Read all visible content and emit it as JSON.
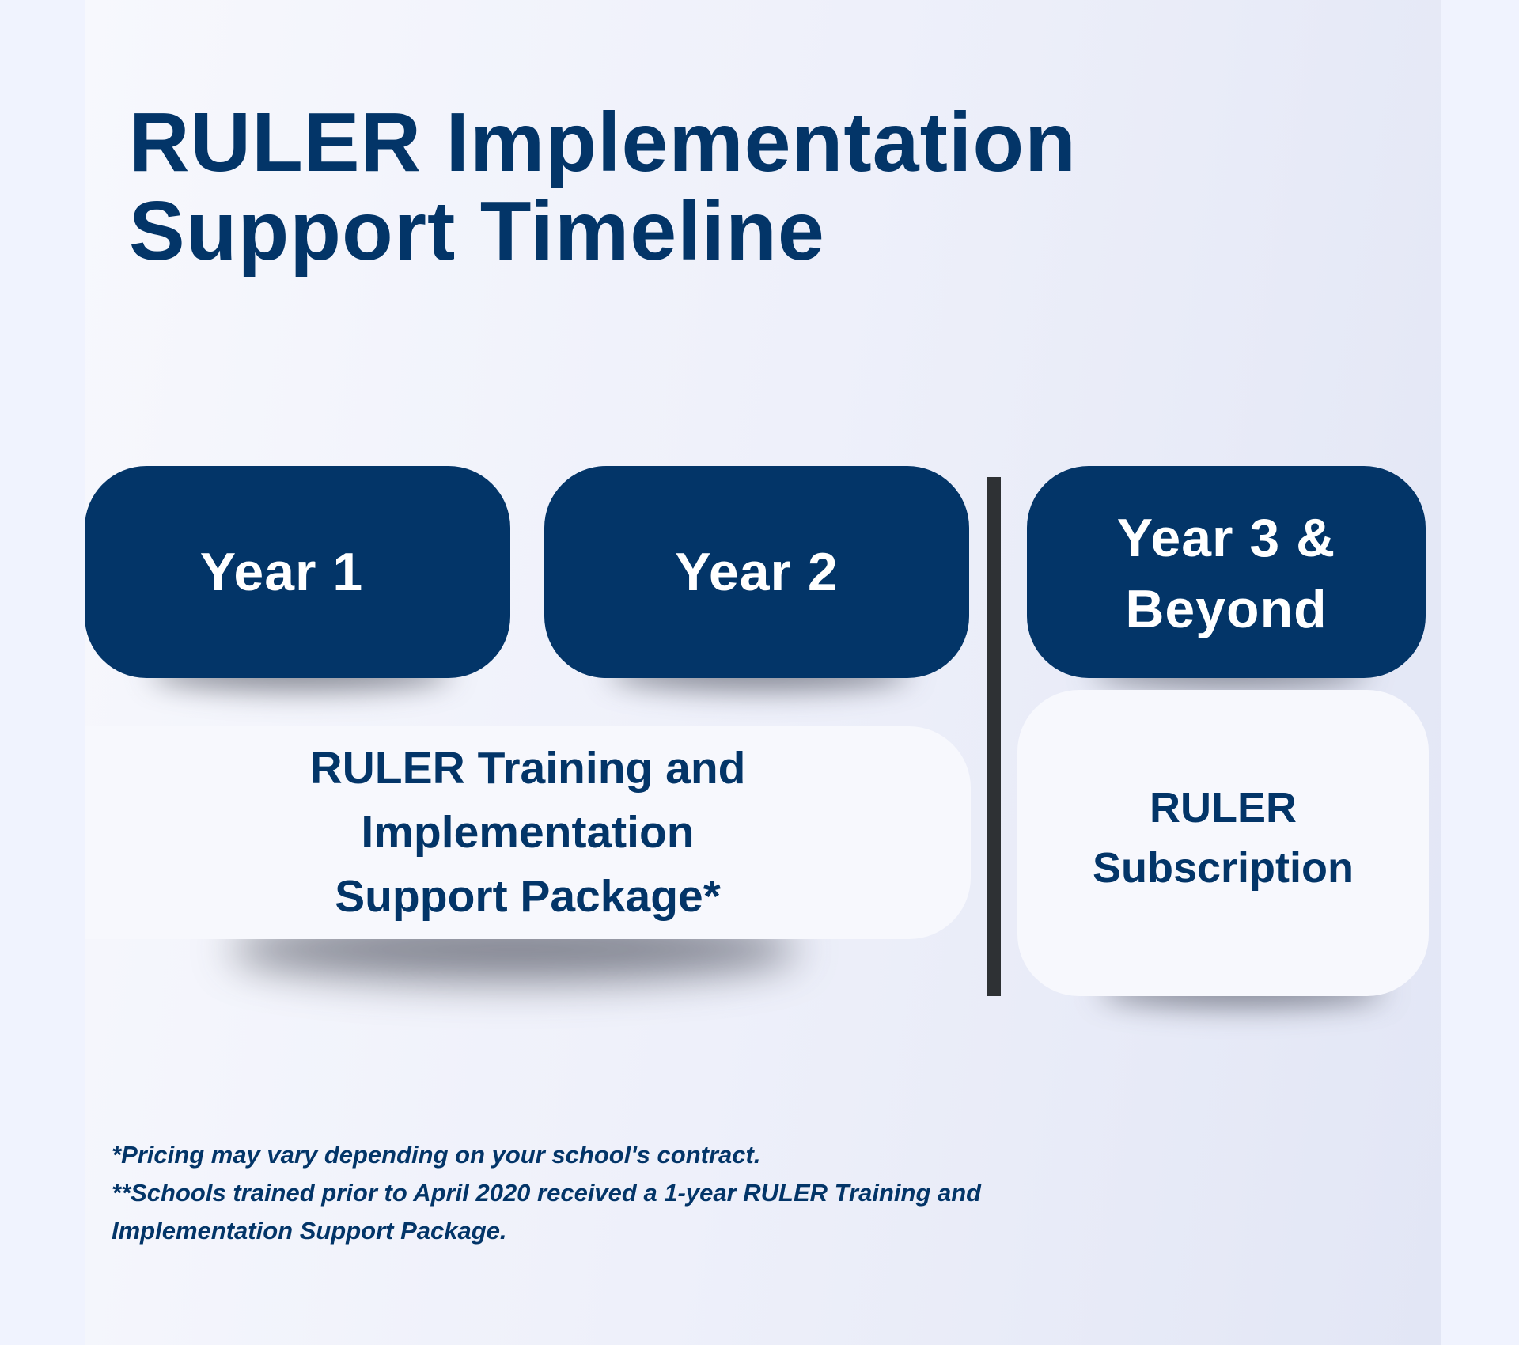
{
  "title": {
    "line1": "RULER Implementation",
    "line2": "Support Timeline"
  },
  "timeline": {
    "years": [
      {
        "label": "Year 1"
      },
      {
        "label": "Year 2"
      },
      {
        "label_lines": [
          "Year 3 &",
          "Beyond"
        ]
      }
    ],
    "package": {
      "lines": [
        "RULER Training and",
        "Implementation",
        "Support Package*"
      ]
    },
    "subscription": {
      "lines": [
        "RULER",
        "Subscription"
      ]
    }
  },
  "footnotes": {
    "lines": [
      "*Pricing may vary depending on your school's contract.",
      "**Schools trained prior to April 2020 received a 1-year RULER Training and",
      "Implementation Support Package."
    ]
  },
  "colors": {
    "navy": "#033568",
    "divider": "#2e3134",
    "box_light": "#f7f8fd",
    "background": "#f0f3fe"
  }
}
